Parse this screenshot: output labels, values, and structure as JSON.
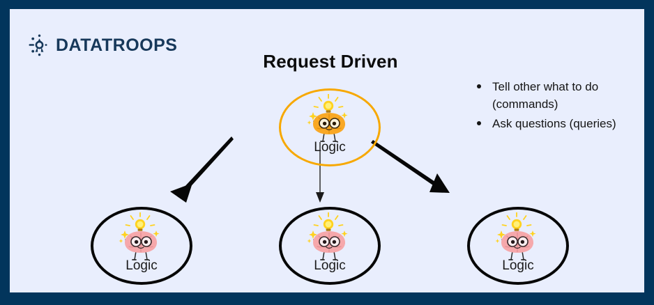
{
  "slide": {
    "border_color": "#02355c",
    "background_color": "#e9eefd",
    "title": "Request Driven"
  },
  "logo": {
    "wordmark": "DATATROOPS",
    "icon": "node-network-icon",
    "color": "#17385a"
  },
  "bullets": [
    {
      "text": "Tell other what to do (commands)"
    },
    {
      "text": "Ask questions (queries)"
    }
  ],
  "nodes": {
    "top": {
      "label": "Logic",
      "icon": "brain-character-icon",
      "outline_color": "#f7a800",
      "brain_color": "#f9a825"
    },
    "bottom": [
      {
        "label": "Logic",
        "icon": "brain-character-icon",
        "outline_color": "#070707",
        "brain_color": "#f6a8ab"
      },
      {
        "label": "Logic",
        "icon": "brain-character-icon",
        "outline_color": "#070707",
        "brain_color": "#f6a8ab"
      },
      {
        "label": "Logic",
        "icon": "brain-character-icon",
        "outline_color": "#070707",
        "brain_color": "#f6a8ab"
      }
    ]
  },
  "arrows": [
    {
      "name": "arrow-to-left-node",
      "direction": "down-left"
    },
    {
      "name": "arrow-to-center-node",
      "direction": "down"
    },
    {
      "name": "arrow-to-right-node",
      "direction": "down-right"
    }
  ]
}
